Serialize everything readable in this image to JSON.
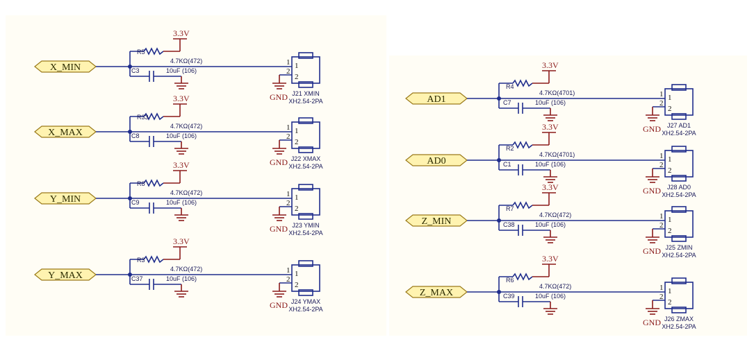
{
  "left_circuits": [
    {
      "port": "X_MIN",
      "power": "3.3V",
      "resistor": "R5",
      "res_value": "4.7KΩ(472)",
      "cap": "C3",
      "cap_value": "10uF (106)",
      "pin1": "1",
      "pin2": "2",
      "gnd": "GND",
      "connector": "J21 XMIN",
      "part": "XH2.54-2PA"
    },
    {
      "port": "X_MAX",
      "power": "3.3V",
      "resistor": "R33",
      "res_value": "4.7KΩ(472)",
      "cap": "C8",
      "cap_value": "10uF (106)",
      "pin1": "1",
      "pin2": "2",
      "gnd": "GND",
      "connector": "J22 XMAX",
      "part": "XH2.54-2PA"
    },
    {
      "port": "Y_MIN",
      "power": "3.3V",
      "resistor": "R8",
      "res_value": "4.7KΩ(472)",
      "cap": "C9",
      "cap_value": "10uF (106)",
      "pin1": "1",
      "pin2": "2",
      "gnd": "GND",
      "connector": "J23 YMIN",
      "part": "XH2.54-2PA"
    },
    {
      "port": "Y_MAX",
      "power": "3.3V",
      "resistor": "R3",
      "res_value": "4.7KΩ(472)",
      "cap": "C37",
      "cap_value": "10uF (106)",
      "pin1": "1",
      "pin2": "2",
      "gnd": "GND",
      "connector": "J24 YMAX",
      "part": "XH2.54-2PA"
    }
  ],
  "right_circuits": [
    {
      "port": "AD1",
      "power": "3.3V",
      "resistor": "R4",
      "res_value": "4.7KΩ(4701)",
      "cap": "C7",
      "cap_value": "10uF (106)",
      "pin1": "1",
      "pin2": "2",
      "gnd": "GND",
      "connector": "J27 AD1",
      "part": "XH2.54-2PA"
    },
    {
      "port": "AD0",
      "power": "3.3V",
      "resistor": "R2",
      "res_value": "4.7KΩ(4701)",
      "cap": "C1",
      "cap_value": "10uF (106)",
      "pin1": "1",
      "pin2": "2",
      "gnd": "GND",
      "connector": "J28 AD0",
      "part": "XH2.54-2PA"
    },
    {
      "port": "Z_MIN",
      "power": "3.3V",
      "resistor": "R7",
      "res_value": "4.7KΩ(472)",
      "cap": "C38",
      "cap_value": "10uF (106)",
      "pin1": "1",
      "pin2": "2",
      "gnd": "GND",
      "connector": "J25 ZMIN",
      "part": "XH2.54-2PA"
    },
    {
      "port": "Z_MAX",
      "power": "3.3V",
      "resistor": "R6",
      "res_value": "4.7KΩ(472)",
      "cap": "C39",
      "cap_value": "10uF (106)",
      "pin1": "1",
      "pin2": "2",
      "gnd": "GND",
      "connector": "J26 ZMAX",
      "part": "XH2.54-2PA"
    }
  ],
  "colors": {
    "wire": "#1f2d8c",
    "power": "#8a1a1a",
    "port_fill": "#fff3b0",
    "background": "#fffdf5"
  }
}
